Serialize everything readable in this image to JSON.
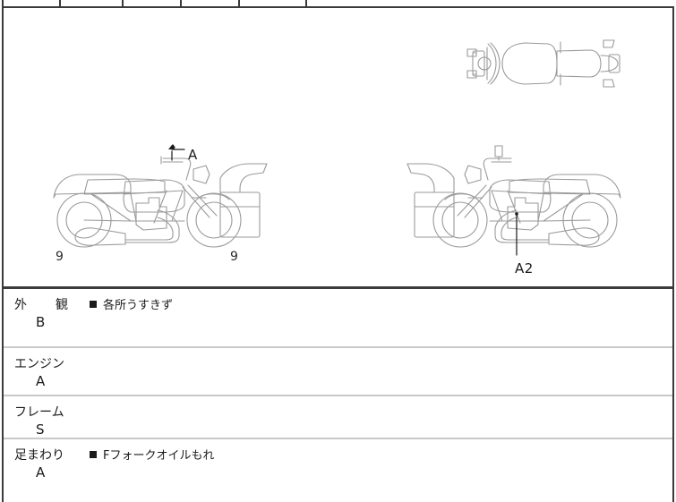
{
  "sheet": {
    "type": "motorcycle-inspection-sheet",
    "top_table": {
      "cells": [
        "",
        "",
        "",
        "",
        "",
        ""
      ]
    },
    "diagram": {
      "views": [
        {
          "name": "top-view",
          "orientation": "overhead"
        },
        {
          "name": "left-side-view",
          "orientation": "facing-right"
        },
        {
          "name": "right-side-view",
          "orientation": "facing-left"
        }
      ],
      "callouts": [
        {
          "id": "A",
          "label": "A",
          "target": "handlebar-area"
        },
        {
          "id": "A2",
          "label": "A2",
          "target": "engine-crankcase"
        }
      ],
      "wheel_marks": [
        {
          "label": "9",
          "position": "rear-wheel"
        },
        {
          "label": "9",
          "position": "front-wheel"
        }
      ]
    },
    "conditions": [
      {
        "category": "外　観",
        "category_spaced": true,
        "grade": "B",
        "note": "各所うすきず",
        "has_note": true
      },
      {
        "category": "エンジン",
        "category_spaced": false,
        "grade": "A",
        "note": "",
        "has_note": false
      },
      {
        "category": "フレーム",
        "category_spaced": false,
        "grade": "S",
        "note": "",
        "has_note": false
      },
      {
        "category": "足まわり",
        "category_spaced": false,
        "grade": "A",
        "note": "Fフォークオイルもれ",
        "has_note": true
      }
    ],
    "colors": {
      "border": "#3a3a3a",
      "rule": "#c9c9c9",
      "line_art": "#9a9a9a",
      "text": "#1b1b1b"
    }
  }
}
